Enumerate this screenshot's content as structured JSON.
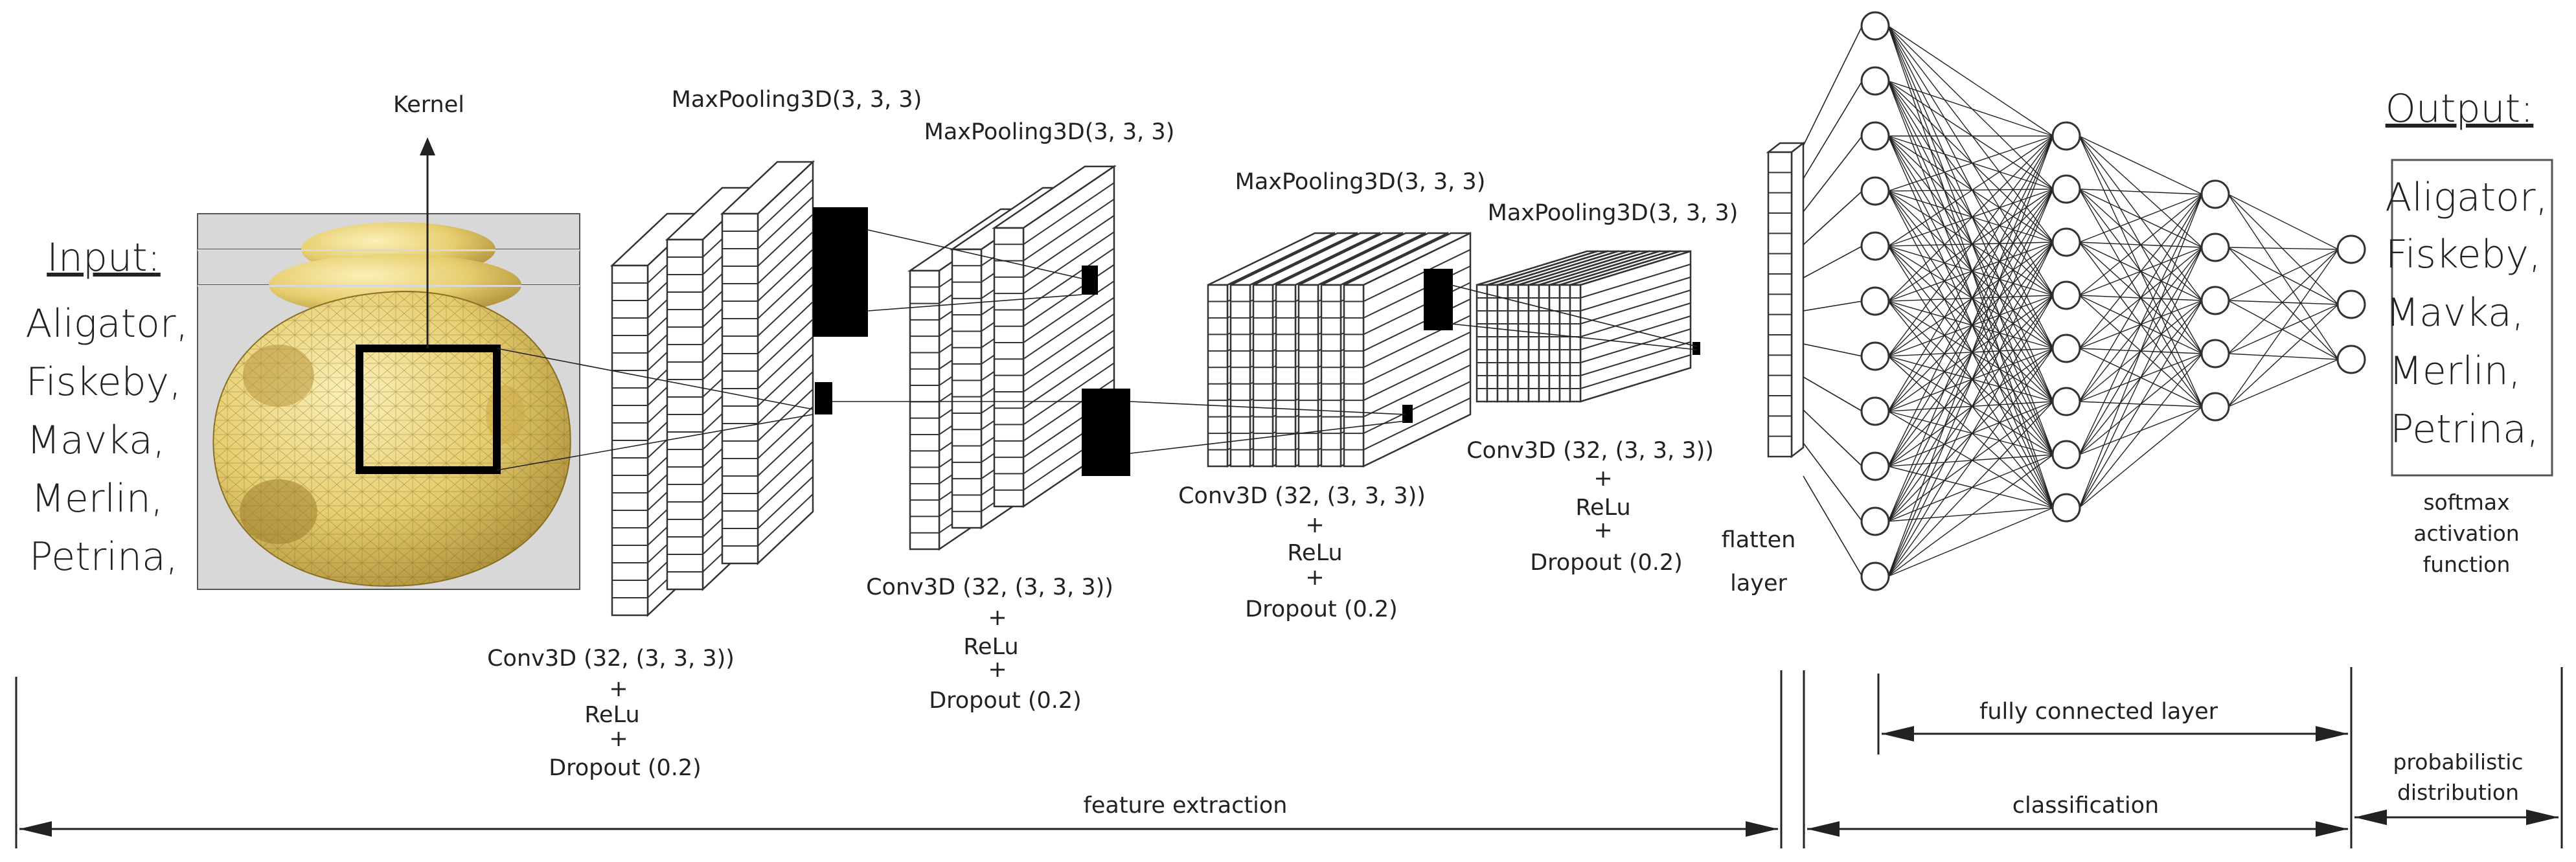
{
  "input": {
    "heading": "Input:",
    "classes": [
      "Aligator,",
      "Fiskeby,",
      "Mavka,",
      "Merlin,",
      "Petrina,"
    ]
  },
  "kernel_label": "Kernel",
  "blocks": [
    {
      "pool_label": "MaxPooling3D(3, 3, 3)",
      "conv_lines": [
        "Conv3D (32, (3, 3, 3))",
        "+",
        "ReLu",
        "+",
        "Dropout (0.2)"
      ]
    },
    {
      "pool_label": "MaxPooling3D(3, 3, 3)",
      "conv_lines": [
        "Conv3D (32, (3, 3, 3))",
        "+",
        "ReLu",
        "+",
        "Dropout (0.2)"
      ]
    },
    {
      "pool_label": "MaxPooling3D(3, 3, 3)",
      "conv_lines": [
        "Conv3D (32, (3, 3, 3))",
        "+",
        "ReLu",
        "+",
        "Dropout (0.2)"
      ]
    },
    {
      "pool_label": "MaxPooling3D(3, 3, 3)",
      "conv_lines": [
        "Conv3D (32, (3, 3, 3))",
        "+",
        "ReLu",
        "+",
        "Dropout (0.2)"
      ]
    }
  ],
  "flatten_label": [
    "flatten",
    "layer"
  ],
  "dense_layers": [
    {
      "name": "dense-1",
      "nodes": 11
    },
    {
      "name": "dense-2",
      "nodes": 8
    },
    {
      "name": "dense-3",
      "nodes": 5
    },
    {
      "name": "output",
      "nodes": 3
    }
  ],
  "output": {
    "heading": "Output:",
    "classes": [
      "Aligator,",
      "Fiskeby,",
      "Mavka,",
      "Merlin,",
      "Petrina,"
    ],
    "activation_lines": [
      "softmax",
      "activation",
      "function"
    ]
  },
  "stages": {
    "feature_extraction": "feature extraction",
    "classification": "classification",
    "fully_connected": "fully connected layer",
    "probabilistic": [
      "probabilistic",
      "distribution"
    ]
  },
  "colors": {
    "ink": "#222222",
    "potato_light": "#f4e39a",
    "potato_mid": "#dcbf5c",
    "potato_dark": "#9a7a2a",
    "image_bg": "#d8d8d8",
    "activation": "#000000"
  }
}
